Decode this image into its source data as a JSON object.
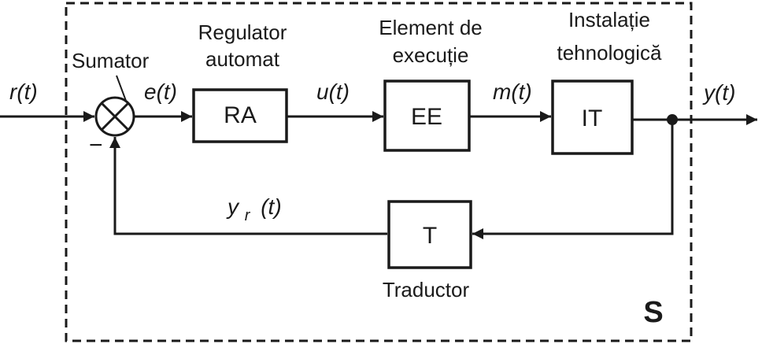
{
  "system_label": "S",
  "summer": {
    "name": "Sumator",
    "minus_sign": "−"
  },
  "blocks": {
    "ra": {
      "code": "RA",
      "title_line1": "Regulator",
      "title_line2": "automat"
    },
    "ee": {
      "code": "EE",
      "title_line1": "Element de",
      "title_line2": "execuție"
    },
    "it": {
      "code": "IT",
      "title_line1": "Instalație",
      "title_line2": "tehnologică"
    },
    "t": {
      "code": "T",
      "title": "Traductor"
    }
  },
  "signals": {
    "r": "r(t)",
    "e": "e(t)",
    "u": "u(t)",
    "m": "m(t)",
    "y": "y(t)",
    "yr_main": "y",
    "yr_sub": "r",
    "yr_rest": "(t)"
  }
}
